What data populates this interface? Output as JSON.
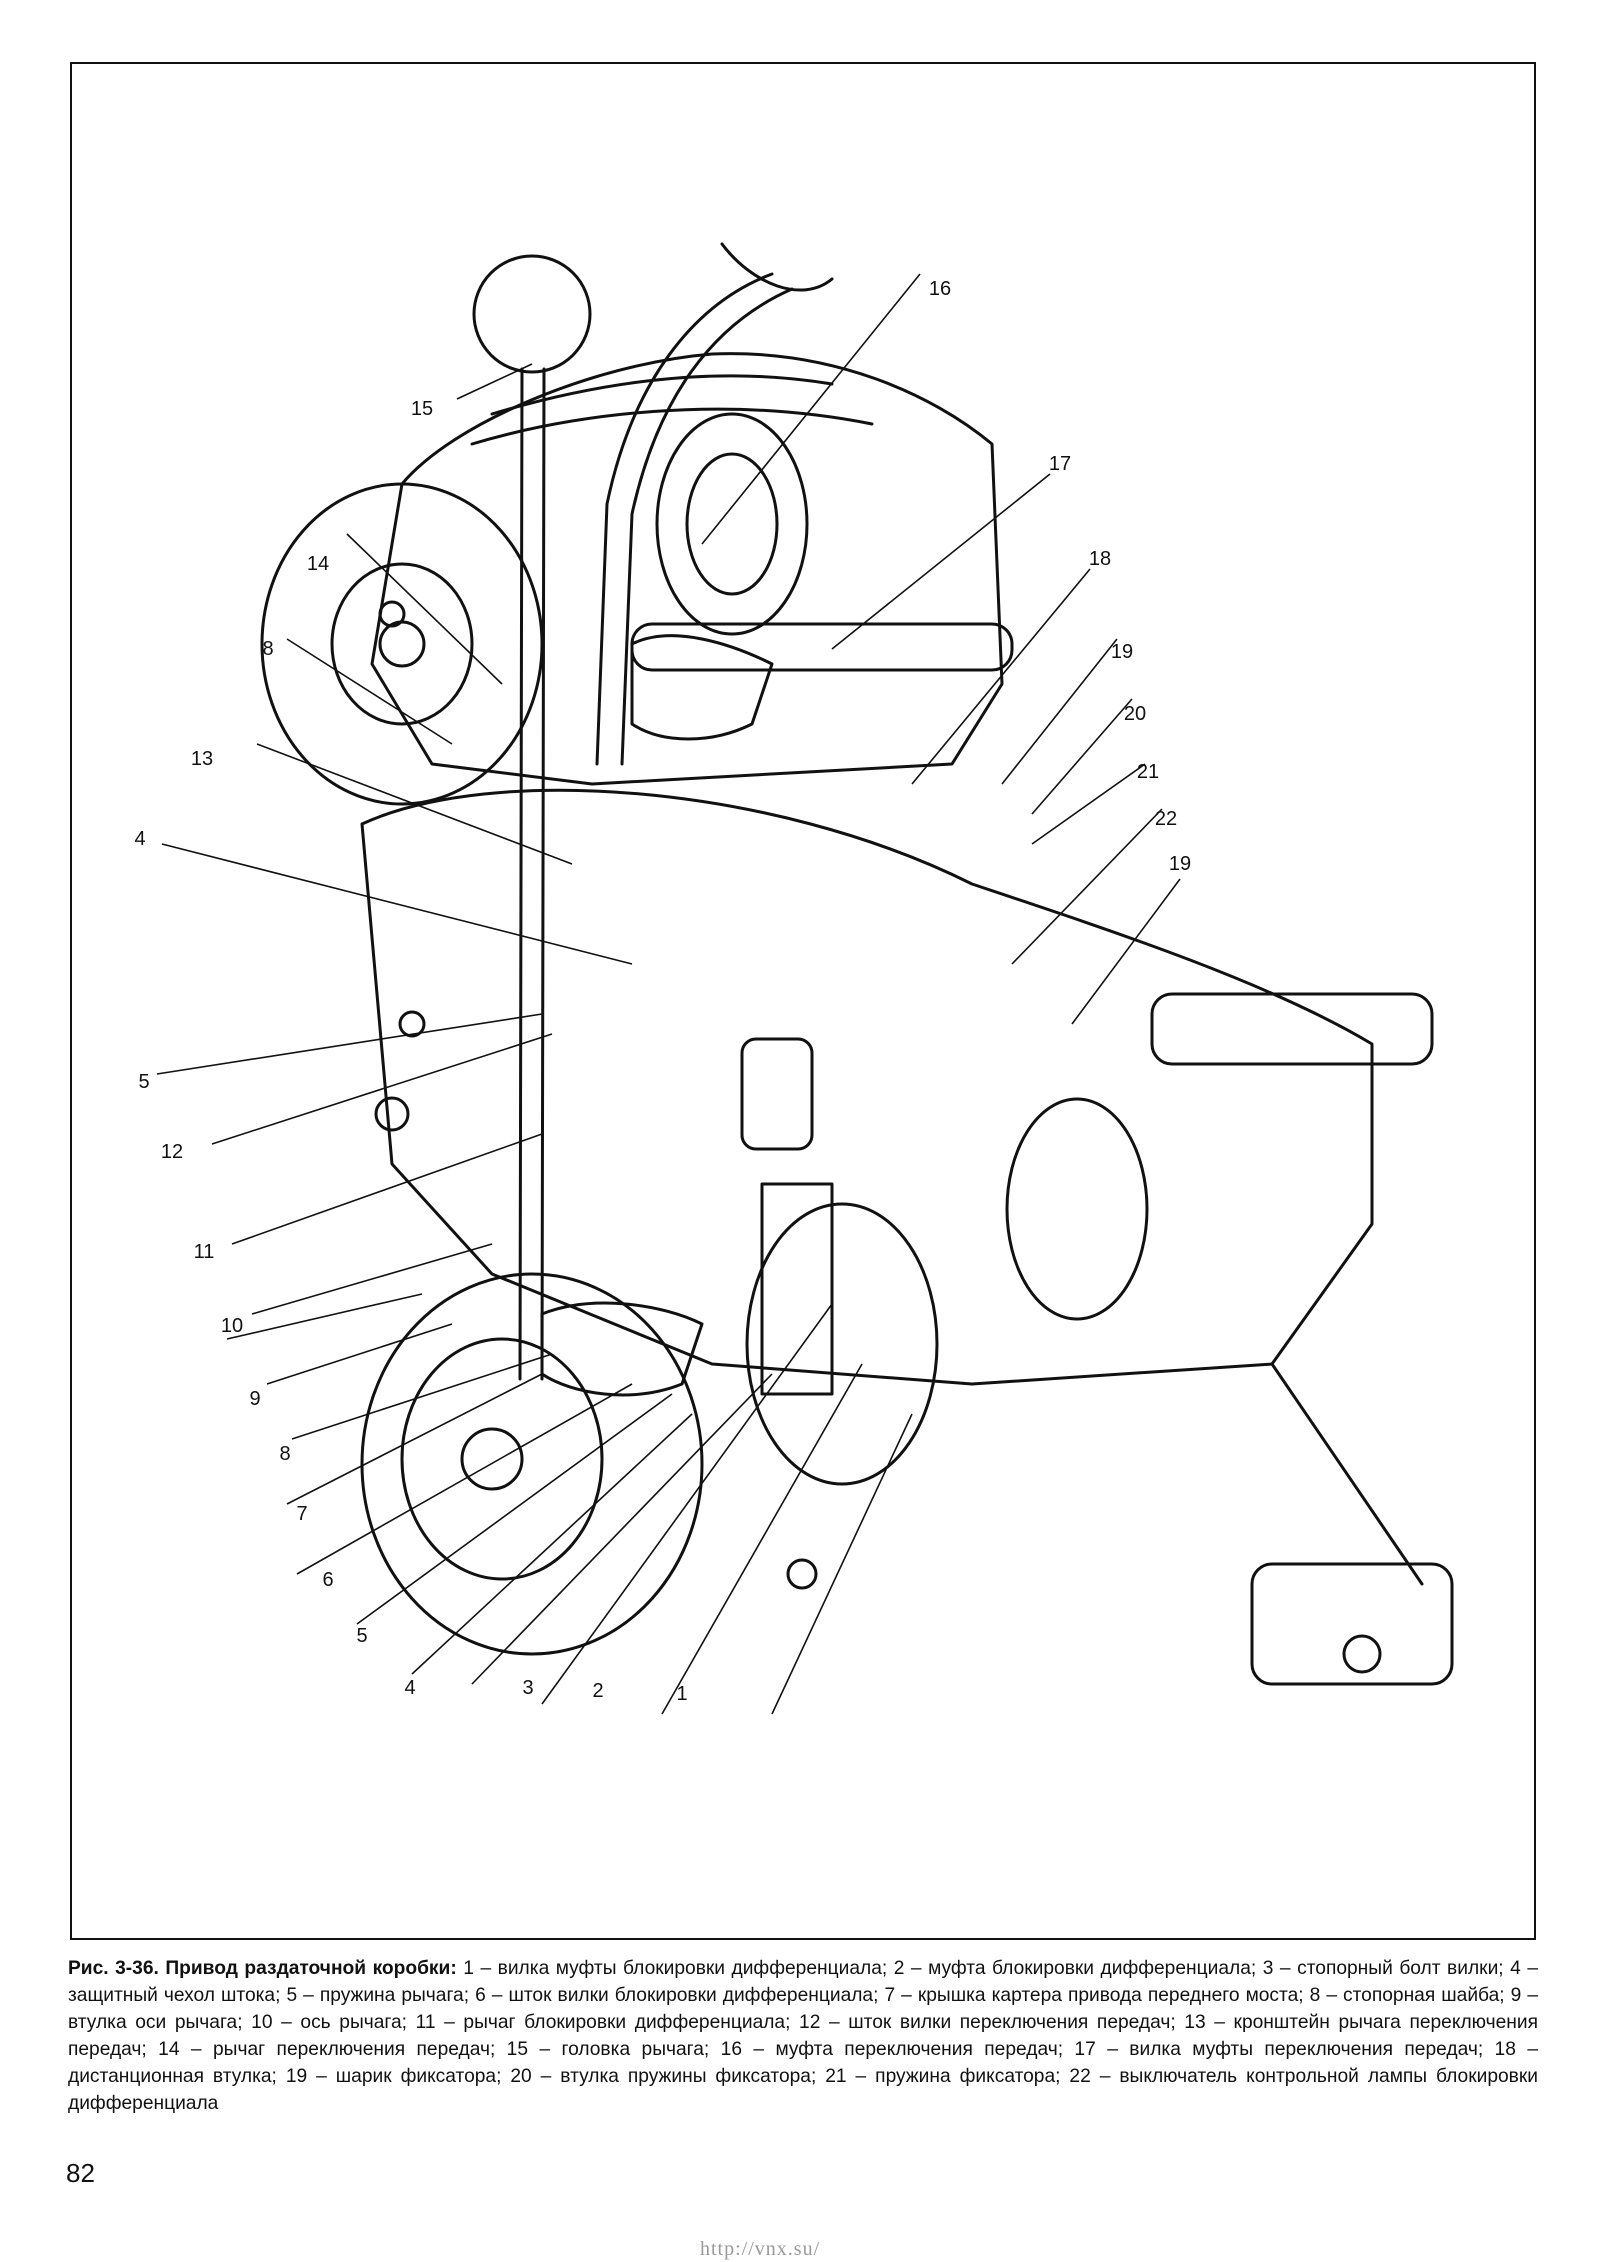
{
  "figure": {
    "callouts": [
      {
        "id": "c16",
        "label": "16"
      },
      {
        "id": "c15",
        "label": "15"
      },
      {
        "id": "c17",
        "label": "17"
      },
      {
        "id": "c18",
        "label": "18"
      },
      {
        "id": "c14",
        "label": "14"
      },
      {
        "id": "c8a",
        "label": "8"
      },
      {
        "id": "c19a",
        "label": "19"
      },
      {
        "id": "c20",
        "label": "20"
      },
      {
        "id": "c13",
        "label": "13"
      },
      {
        "id": "c21",
        "label": "21"
      },
      {
        "id": "c22",
        "label": "22"
      },
      {
        "id": "c4a",
        "label": "4"
      },
      {
        "id": "c19b",
        "label": "19"
      },
      {
        "id": "c5a",
        "label": "5"
      },
      {
        "id": "c12",
        "label": "12"
      },
      {
        "id": "c11",
        "label": "11"
      },
      {
        "id": "c10",
        "label": "10"
      },
      {
        "id": "c9",
        "label": "9"
      },
      {
        "id": "c8b",
        "label": "8"
      },
      {
        "id": "c7",
        "label": "7"
      },
      {
        "id": "c6",
        "label": "6"
      },
      {
        "id": "c5b",
        "label": "5"
      },
      {
        "id": "c4b",
        "label": "4"
      },
      {
        "id": "c3",
        "label": "3"
      },
      {
        "id": "c2",
        "label": "2"
      },
      {
        "id": "c1",
        "label": "1"
      }
    ]
  },
  "caption": {
    "figure_label": "Рис. 3-36. Привод раздаточной коробки:",
    "text": " 1 – вилка муфты блокировки дифференциала; 2 – муфта блокировки дифференциала; 3 – стопорный болт вилки; 4 – защитный чехол штока; 5 – пружина рычага; 6 – шток вилки блокировки дифференциала; 7 – крышка картера привода переднего моста; 8 – стопорная шайба; 9 – втулка оси рычага; 10 – ось рычага; 11 – рычаг блокировки дифференциала; 12 – шток вилки переключения передач; 13 – кронштейн рычага переключения передач; 14 – рычаг переключения передач; 15 – головка рычага; 16 – муфта переключения передач; 17 – вилка муфты переключения передач; 18 – дистанционная втулка; 19 – шарик фиксатора; 20 – втулка пружины фиксатора; 21 – пружина фиксатора; 22 – выключатель контрольной лампы блокировки дифференциала"
  },
  "page_number": "82",
  "watermark": "http://vnx.su/"
}
